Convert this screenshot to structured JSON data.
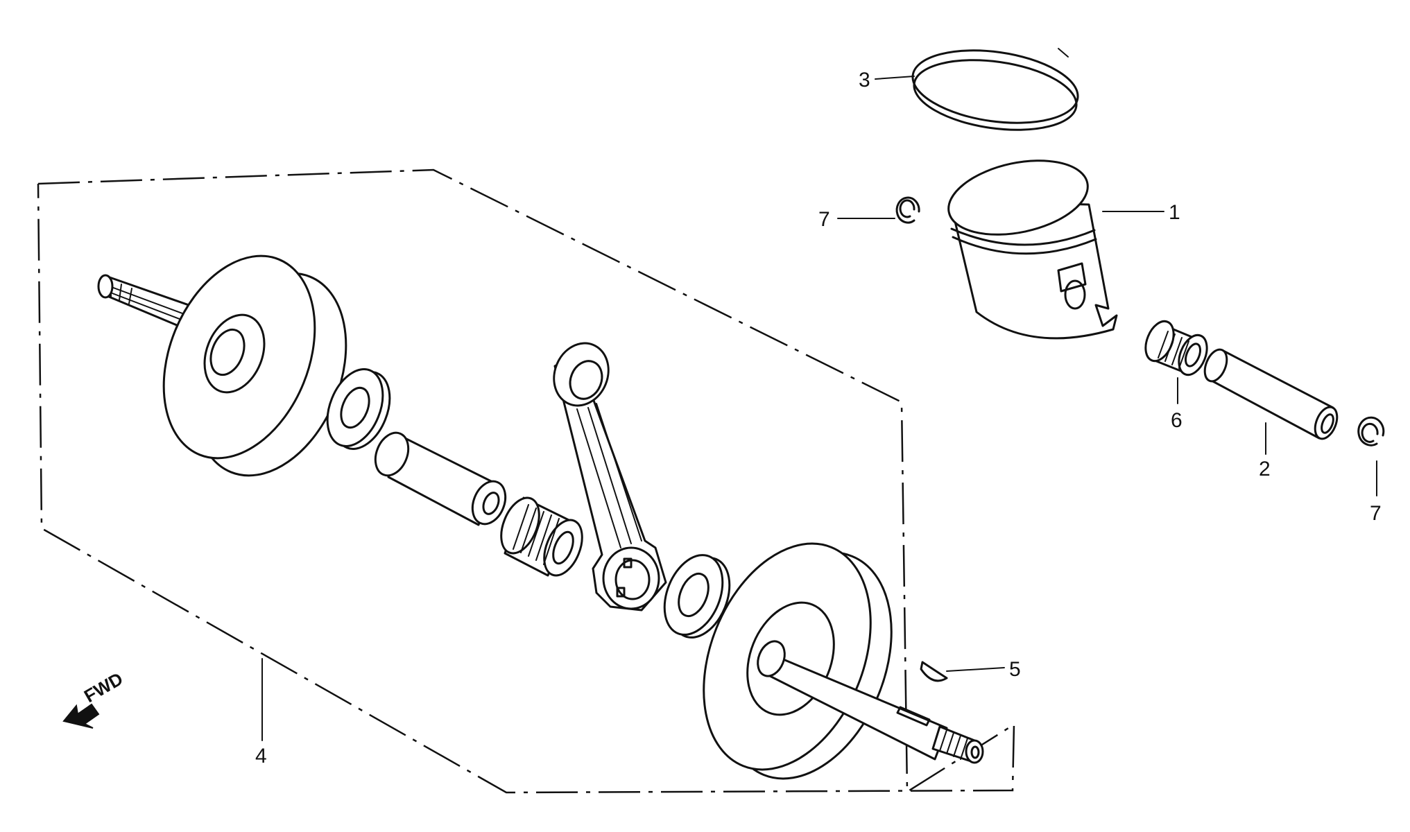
{
  "callouts": {
    "piston": "1",
    "piston_pin": "2",
    "piston_ring": "3",
    "crankshaft_assy": "4",
    "woodruff_key": "5",
    "needle_bearing": "6",
    "pin_clip_left": "7",
    "pin_clip_right": "7"
  },
  "direction_marker": "FWD"
}
